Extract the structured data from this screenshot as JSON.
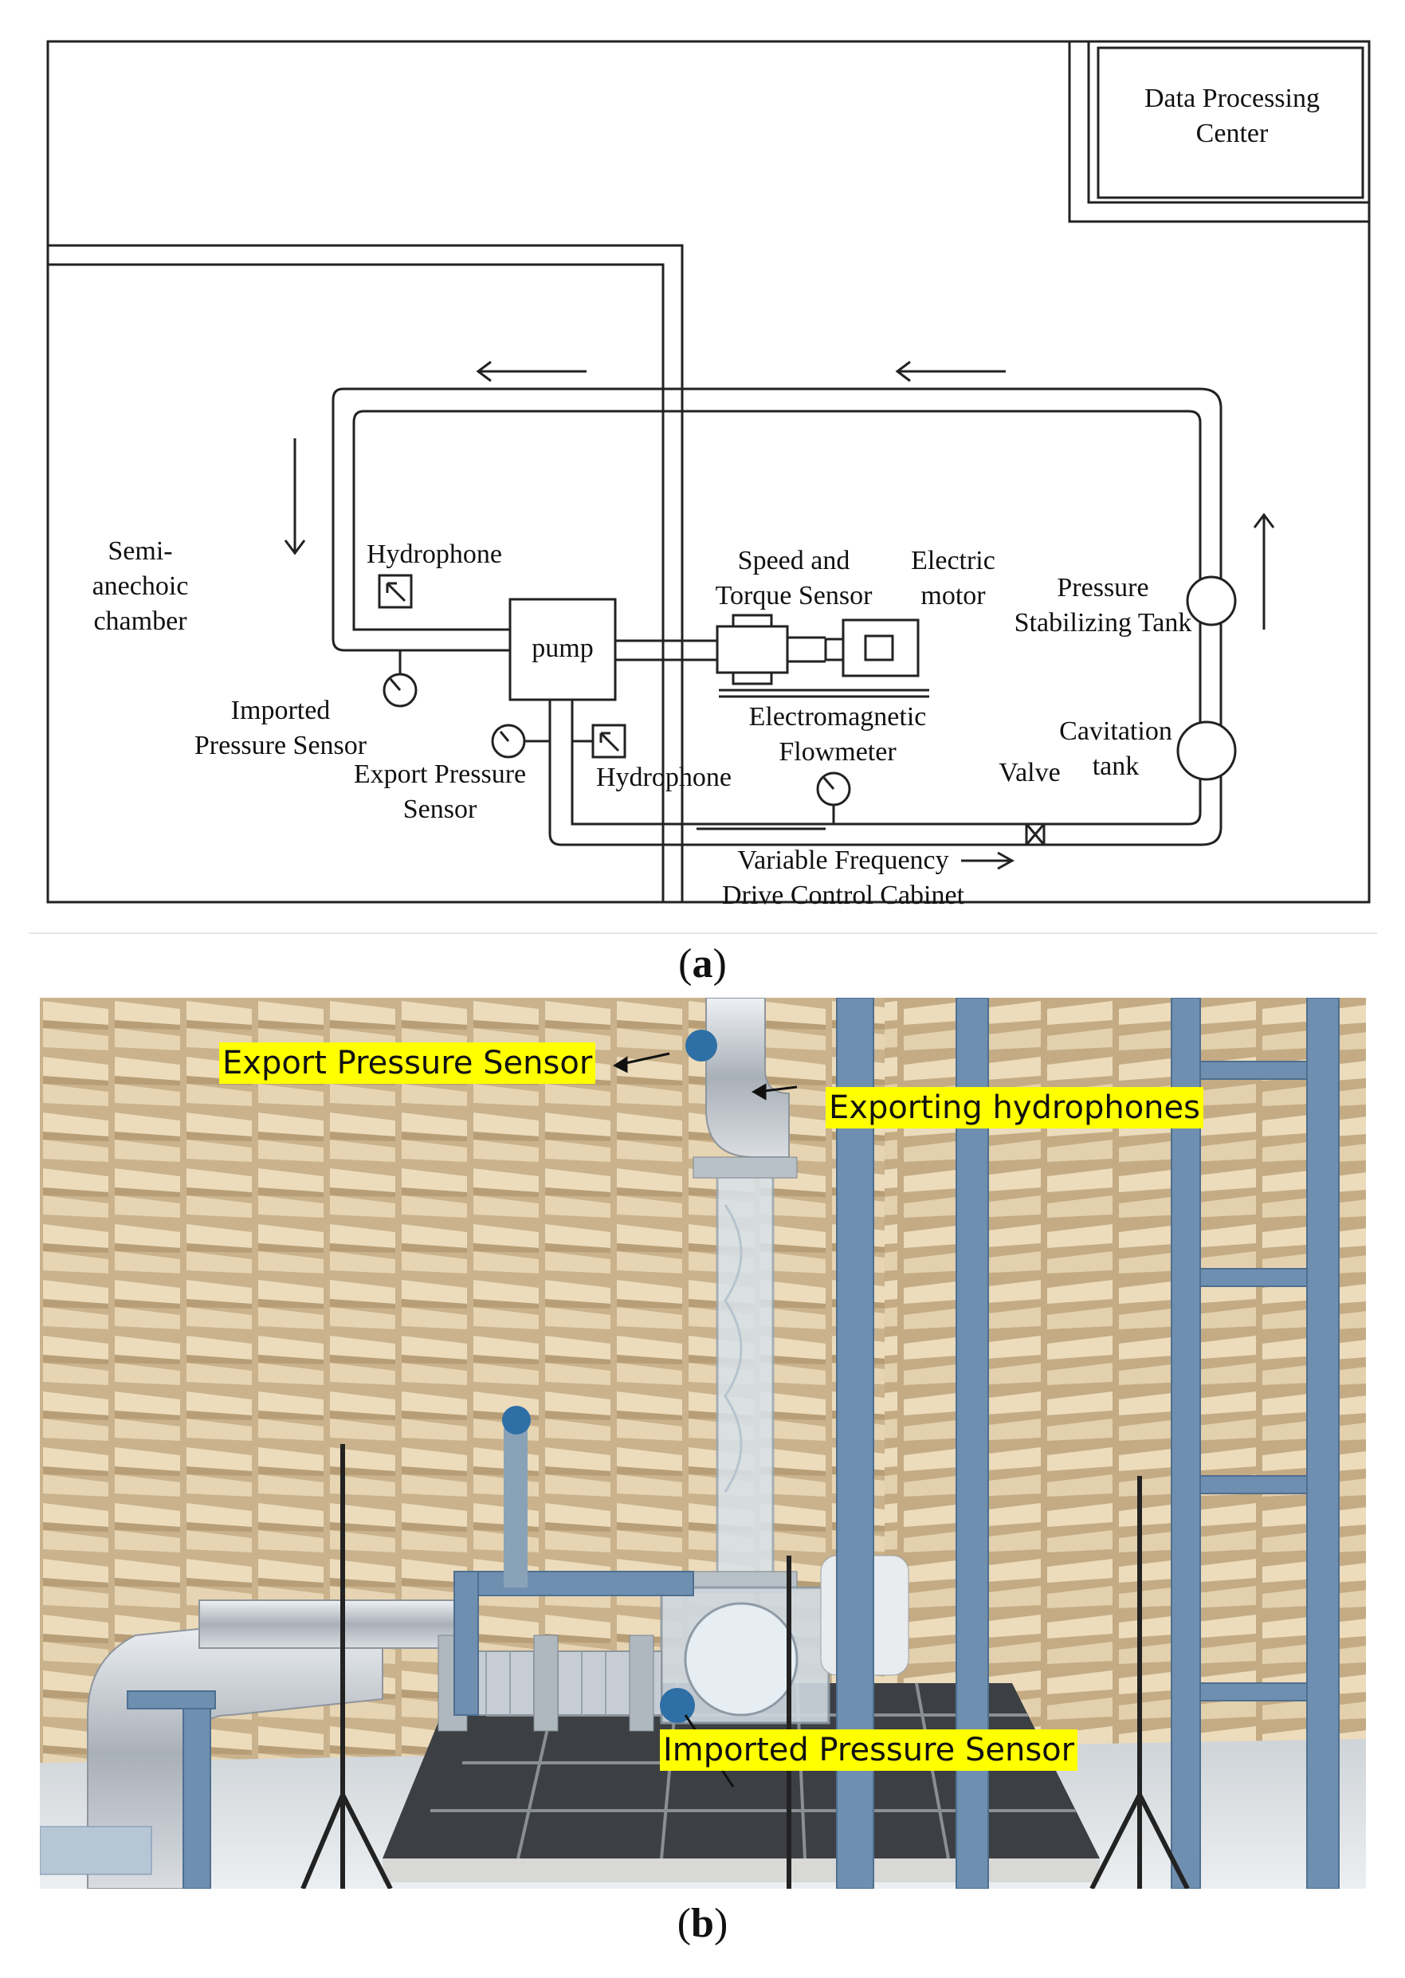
{
  "figure": {
    "panel_a": {
      "caption_letter": "a",
      "labels": {
        "data_processing_center": [
          "Data Processing",
          "Center"
        ],
        "semi_anechoic_chamber": [
          "Semi-",
          "anechoic",
          "chamber"
        ],
        "hydrophone_top": "Hydrophone",
        "speed_torque_sensor": [
          "Speed and",
          "Torque Sensor"
        ],
        "electric_motor": [
          "Electric",
          "motor"
        ],
        "pressure_stabilizing_tank": [
          "Pressure",
          "Stabilizing Tank"
        ],
        "pump": "pump",
        "imported_pressure_sensor": [
          "Imported",
          "Pressure Sensor"
        ],
        "export_pressure_sensor": [
          "Export Pressure",
          "Sensor"
        ],
        "hydrophone_bottom": "Hydrophone",
        "electromagnetic_flowmeter": [
          "Electromagnetic",
          "Flowmeter"
        ],
        "valve": "Valve",
        "cavitation_tank": [
          "Cavitation",
          "tank"
        ],
        "vfd_cabinet": [
          "Variable Frequency",
          "Drive Control Cabinet"
        ]
      }
    },
    "panel_b": {
      "caption_letter": "b",
      "annotations": {
        "export_pressure_sensor": "Export Pressure Sensor",
        "exporting_hydrophones": "Exporting hydrophones",
        "imported_pressure_sensor": "Imported Pressure Sensor"
      },
      "colors": {
        "highlight": "#ffff00",
        "foam_wedge": "#e3d2b3",
        "steel_frame": "#6f8fb0"
      }
    }
  }
}
